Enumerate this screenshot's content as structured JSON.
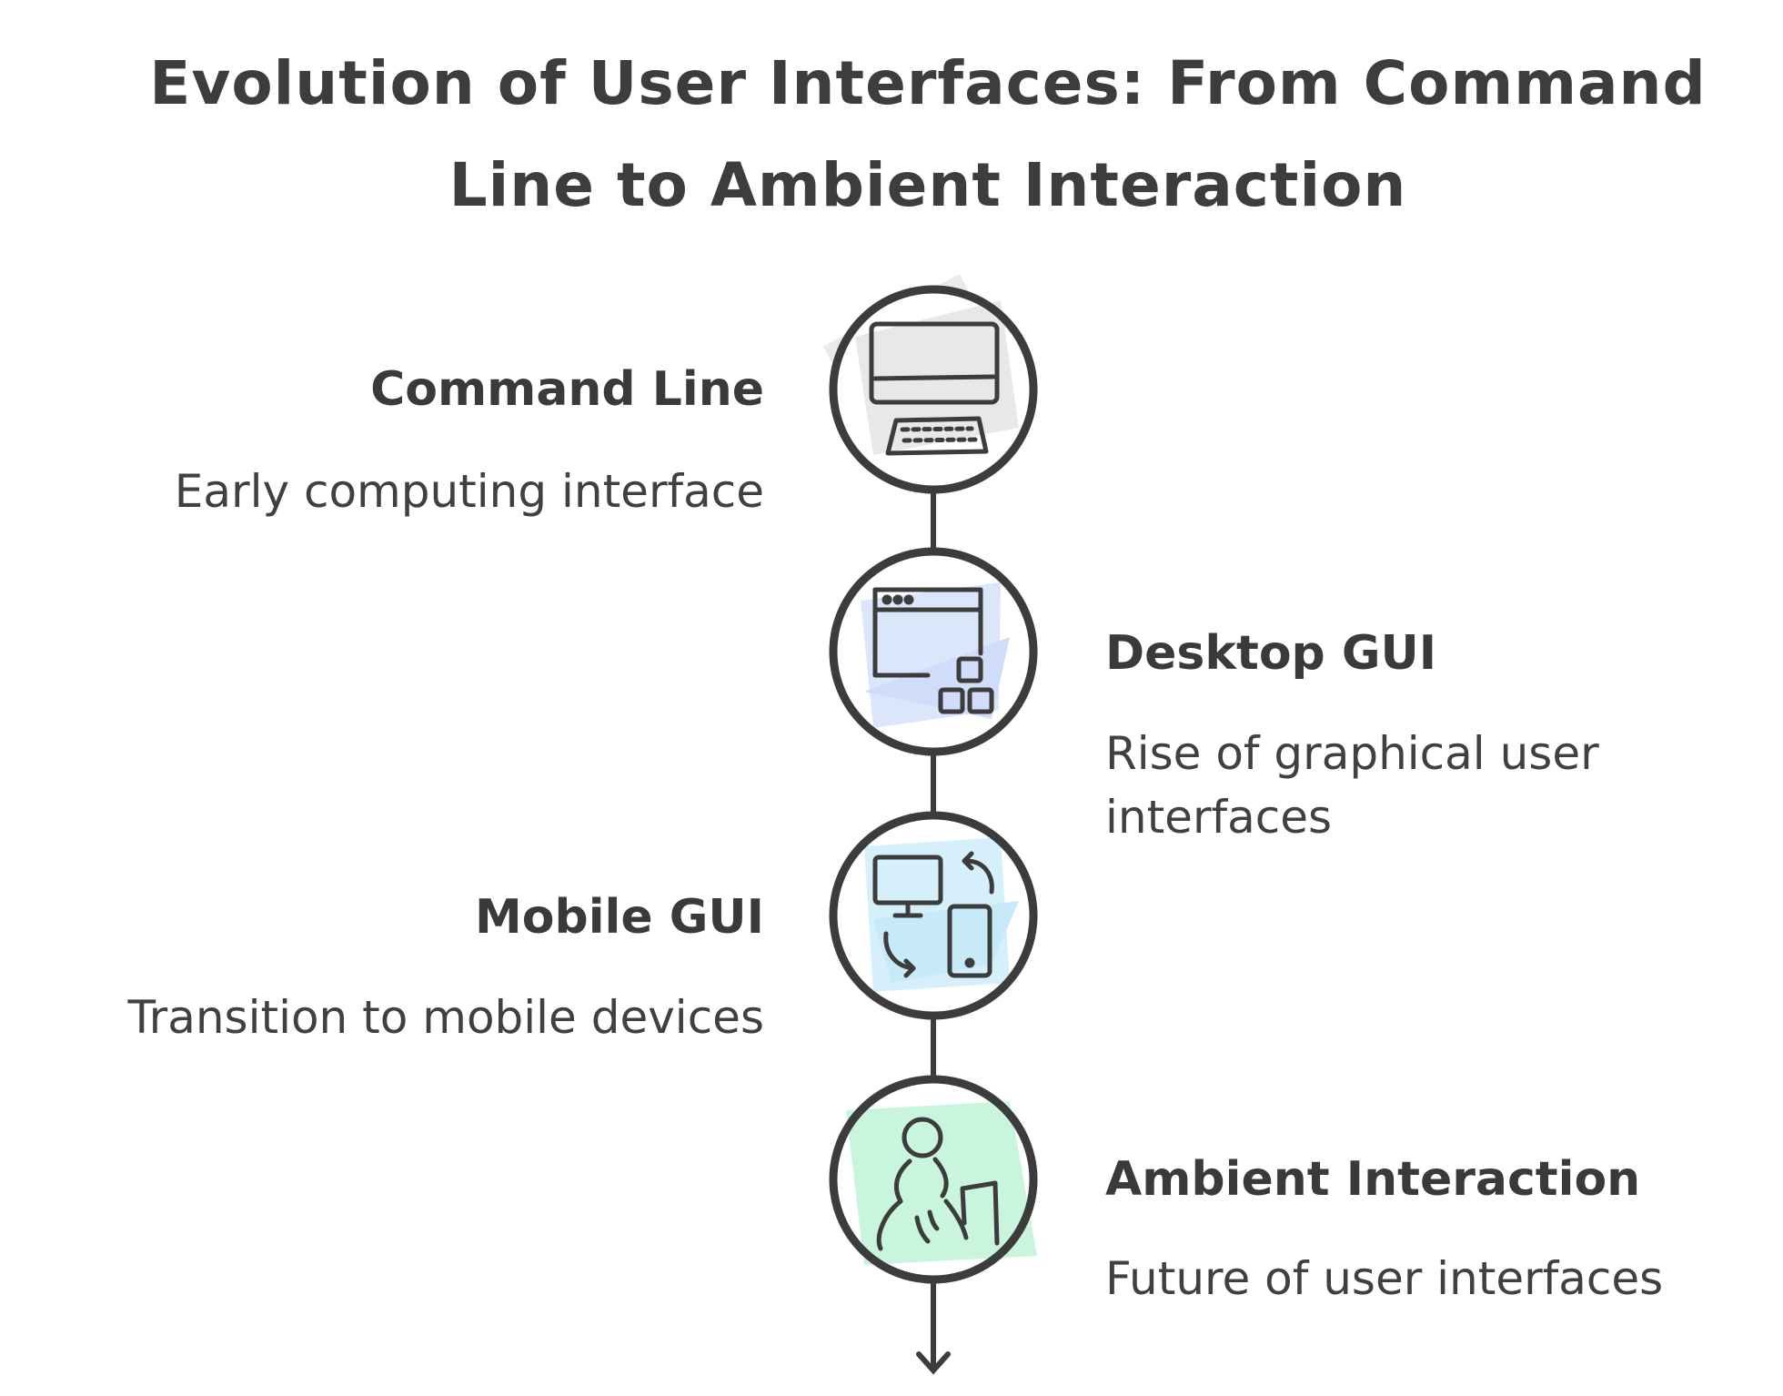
{
  "title": {
    "line1": "Evolution of User Interfaces: From Command",
    "line2": "Line to Ambient Interaction"
  },
  "stages": [
    {
      "title": "Command Line",
      "description": "Early computing interface",
      "icon": "computer-keyboard-icon",
      "fill": "#e8e8e8"
    },
    {
      "title": "Desktop GUI",
      "description": "Rise of graphical user interfaces",
      "icon": "desktop-windows-icon",
      "fill": "#dbe6fb"
    },
    {
      "title": "Mobile GUI",
      "description": "Transition to mobile devices",
      "icon": "desktop-mobile-sync-icon",
      "fill": "#d5f0fb"
    },
    {
      "title": "Ambient Interaction",
      "description": "Future of user interfaces",
      "icon": "person-gesture-icon",
      "fill": "#c9f5dc"
    }
  ],
  "colors": {
    "stroke": "#3c3c3c",
    "text": "#3f3f3f"
  }
}
